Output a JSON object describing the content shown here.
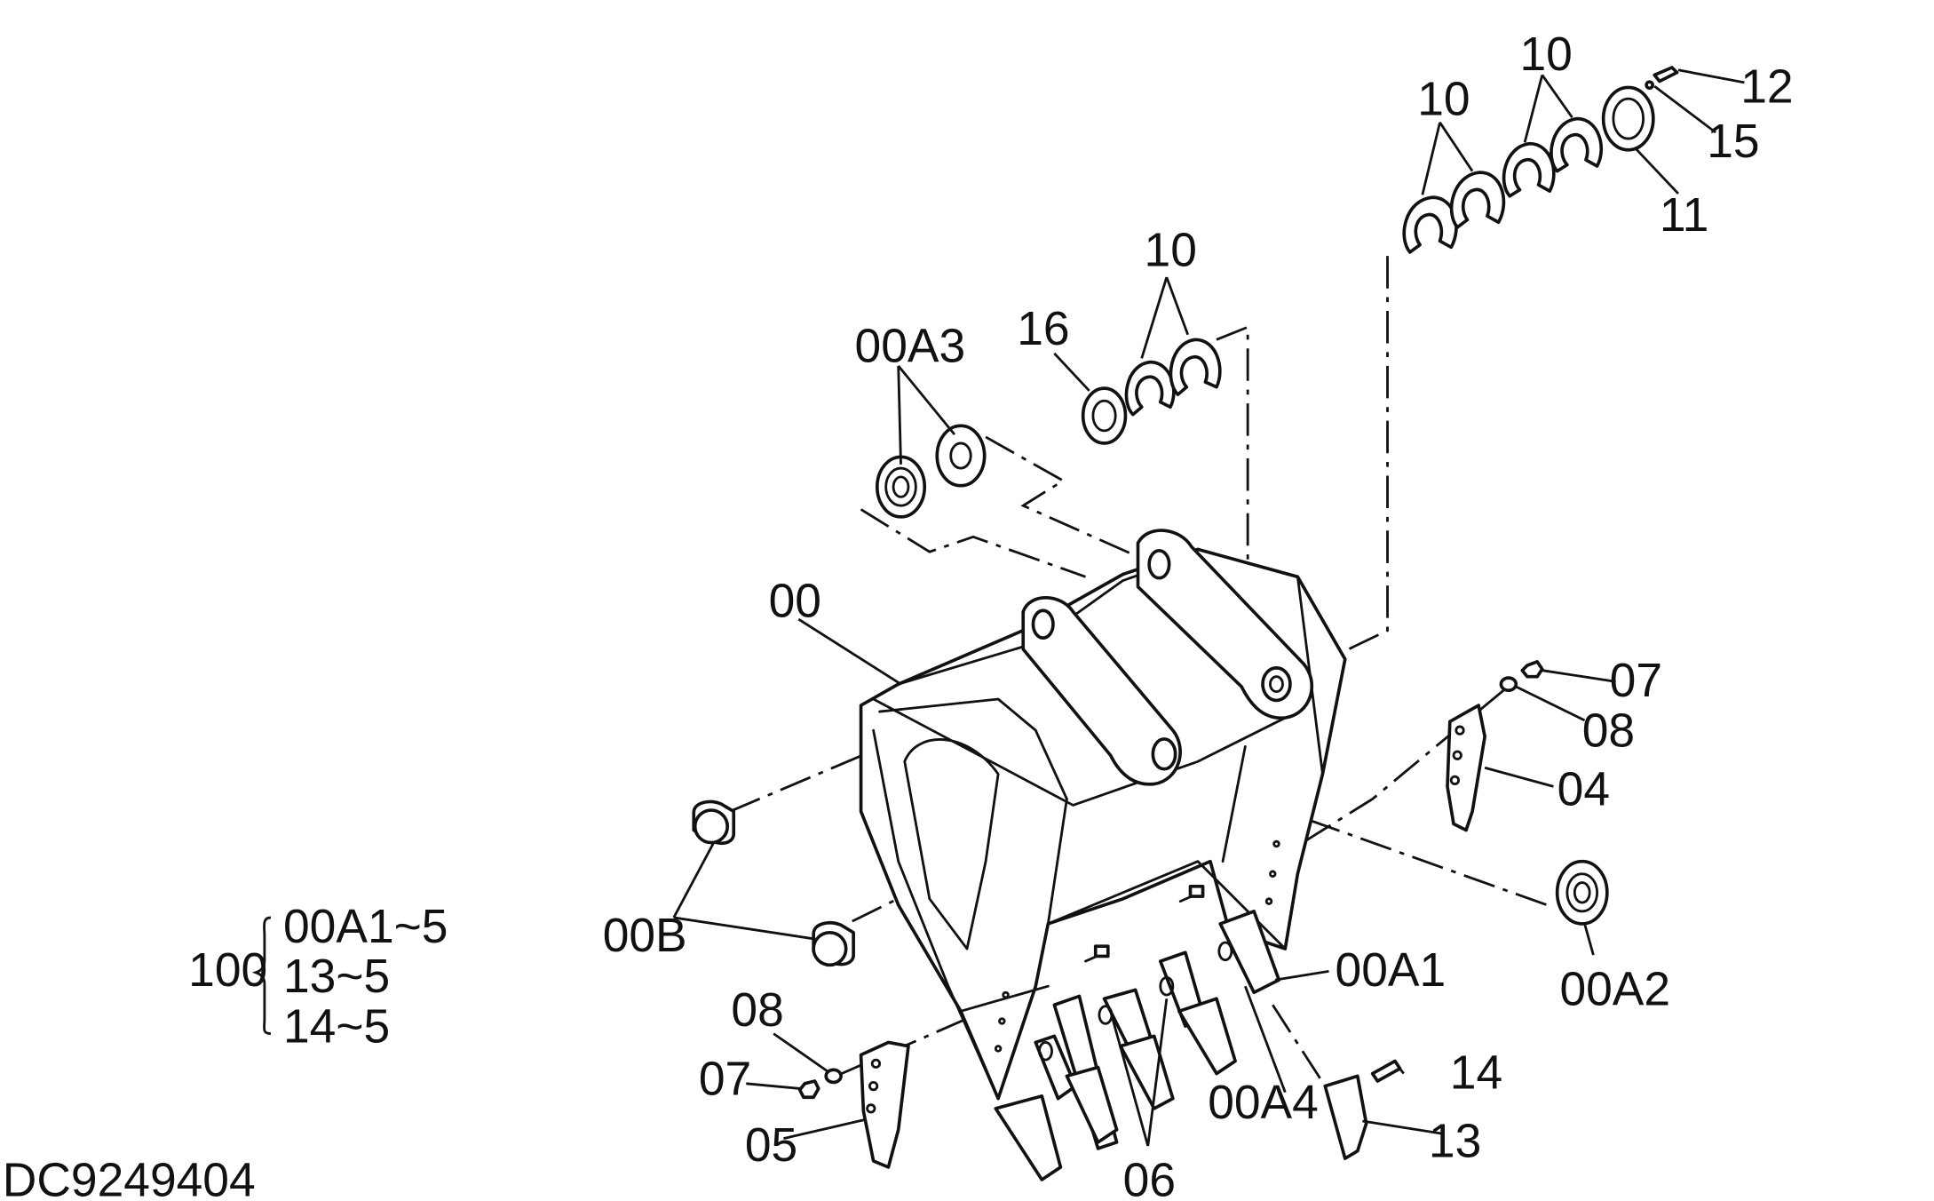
{
  "drawing": {
    "id": "DC9249404",
    "labels": {
      "l00": "00",
      "l00A1": "00A1",
      "l00A2": "00A2",
      "l00A3": "00A3",
      "l00A4": "00A4",
      "l00B": "00B",
      "l04": "04",
      "l05": "05",
      "l06": "06",
      "l07a": "07",
      "l07b": "07",
      "l08a": "08",
      "l08b": "08",
      "l10a": "10",
      "l10b": "10",
      "l10c": "10",
      "l11": "11",
      "l12": "12",
      "l13": "13",
      "l14": "14",
      "l15": "15",
      "l16": "16"
    },
    "kit": {
      "number": "100",
      "items": [
        "00A1~5",
        "13~5",
        "14~5"
      ]
    }
  }
}
